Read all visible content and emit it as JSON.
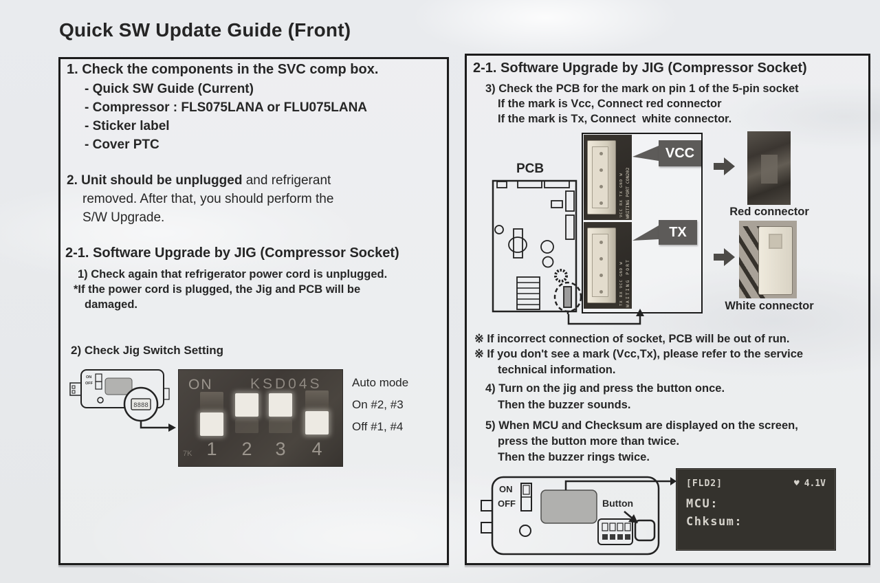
{
  "page": {
    "title": "Quick SW Update Guide (Front)"
  },
  "colors": {
    "paper": "#e8eaed",
    "ink": "#262626",
    "callout_bg": "#5d5b59",
    "callout_text": "#ffffff",
    "lcd_bg": "#34322d",
    "lcd_text": "#d6d3cc",
    "dip_photo_bg": "#45403c"
  },
  "left_panel": {
    "section1": {
      "heading": "1. Check the components in the SVC comp box.",
      "item1": "- Quick SW Guide (Current)",
      "item2": "- Compressor : FLS075LANA or FLU075LANA",
      "item3": "- Sticker label",
      "item4": "- Cover PTC"
    },
    "section2": {
      "bold": "2. Unit should be unplugged",
      "normal": " and refrigerant",
      "line2": "removed. After that, you should perform the",
      "line3": "S/W Upgrade."
    },
    "section2_1": {
      "heading": "2-1. Software Upgrade by JIG (Compressor Socket)",
      "line1": "1) Check again that refrigerator power cord is unplugged.",
      "line2": "*If the power cord is plugged, the Jig and PCB will be",
      "line3": "damaged."
    },
    "step2": {
      "heading": "2) Check Jig Switch Setting"
    },
    "jig_drawing": {
      "on": "ON",
      "off": "OFF",
      "display": "8888"
    },
    "dip_photo": {
      "on_label": "ON",
      "model": "KSD04S",
      "num1": "1",
      "num2": "2",
      "num3": "3",
      "num4": "4",
      "corner": "7K"
    },
    "mode": {
      "line1": "Auto mode",
      "line2": "On #2, #3",
      "line3": "Off #1, #4"
    }
  },
  "right_panel": {
    "heading": "2-1. Software Upgrade by JIG (Compressor Socket)",
    "step3": {
      "line1": "3) Check the PCB for the mark on pin 1 of the 5-pin socket",
      "line2": "If the mark is Vcc, Connect red connector",
      "line3": "If the mark is Tx, Connect  white connector."
    },
    "diagram": {
      "pcb_label": "PCB",
      "vcc_callout": "VCC",
      "tx_callout": "TX",
      "red_caption": "Red connector",
      "white_caption": "White connector",
      "top_socket_pins": "VCC RX TX GND W",
      "top_socket_port": "WRITING PORT CON202",
      "bottom_socket_pins": "TX RX VCC GND W",
      "bottom_socket_port": "WAITING PORT"
    },
    "notes": {
      "line1": "※ If incorrect connection of socket, PCB will be out of run.",
      "line2": "※ If you don't see a mark (Vcc,Tx), please refer to the service",
      "line3": "technical information."
    },
    "step4": {
      "line1": "4) Turn on the jig and press the button once.",
      "line2": "Then the buzzer sounds."
    },
    "step5": {
      "line1": "5) When MCU and Checksum are displayed on the screen,",
      "line2": "press the button more than twice.",
      "line3": "Then the buzzer rings twice."
    },
    "jig_drawing": {
      "on": "ON",
      "off": "OFF",
      "button_label": "Button"
    },
    "lcd": {
      "tag": "[FLD2]",
      "heart": "♥",
      "voltage": "4.1V",
      "line1": "MCU:",
      "line2": "Chksum:"
    }
  }
}
